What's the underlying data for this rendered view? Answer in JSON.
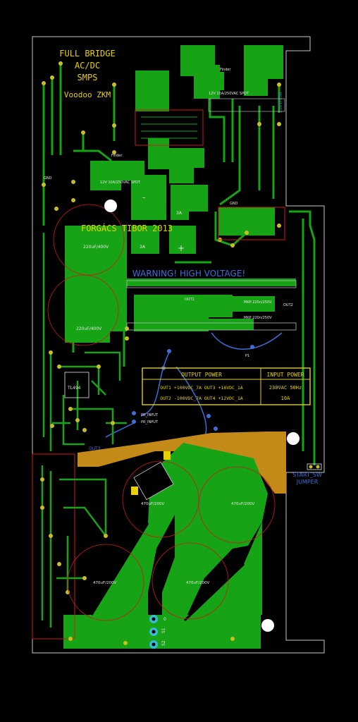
{
  "title_lines": [
    "FULL BRIDGE",
    "AC/DC",
    "SMPS"
  ],
  "brand": "Voodoo ZKM",
  "author": "FORGÁCS TIBOR 2013",
  "warning": "WARNING! HIGH VOLTAGE!",
  "table": {
    "headers": [
      "OUTPUT POWER",
      "INPUT POWER"
    ],
    "rows": [
      [
        "OUT1 +100VDC_7A  OUT3 +18VDC_1A",
        "230VAC 50Hz"
      ],
      [
        "OUT2 -100VDC_7A  OUT4 +12VDC_1A",
        "10A"
      ]
    ]
  },
  "start_label": [
    "START_SW",
    "JUMPER"
  ],
  "labels": {
    "finder_top": "Finder",
    "finder_mid": "Finder",
    "relay_top": "12V 10A/250VAC SPDT",
    "relay_mid": "12V 10A/250VAC SPDT",
    "fuse_top": "250V/15A",
    "cap_220_a": "220uF/400V",
    "cap_220_b": "220uF/400V",
    "ic_tl494": "TL494",
    "mkp_a": "MKP 220n/250V",
    "mkp_b": "MKP 220n/250V",
    "cap_470_a": "470uF/200V",
    "cap_470_b": "470uF/200V",
    "cap_470_c": "470uF/200V",
    "cap_470_d": "470uF/200V",
    "out1": "OUT1",
    "out2": "OUT2",
    "out3": "OUT3",
    "pr_input1": "PR_INPUT",
    "pr_input2": "PR_INPUT",
    "p1": "P1",
    "s1": "S1",
    "s2": "S2",
    "zero": "0",
    "gnd": "GND",
    "gnd2": "GND",
    "a3": "3A",
    "a3b": "3A",
    "plus": "+",
    "minus": "-"
  },
  "colors": {
    "board": "#000000",
    "copper": "#16a316",
    "silk": "#e8d000",
    "via": "#3b6fd9",
    "flex": "#c48a18",
    "outline": "#c8c8c8",
    "drc": "#d01818"
  }
}
